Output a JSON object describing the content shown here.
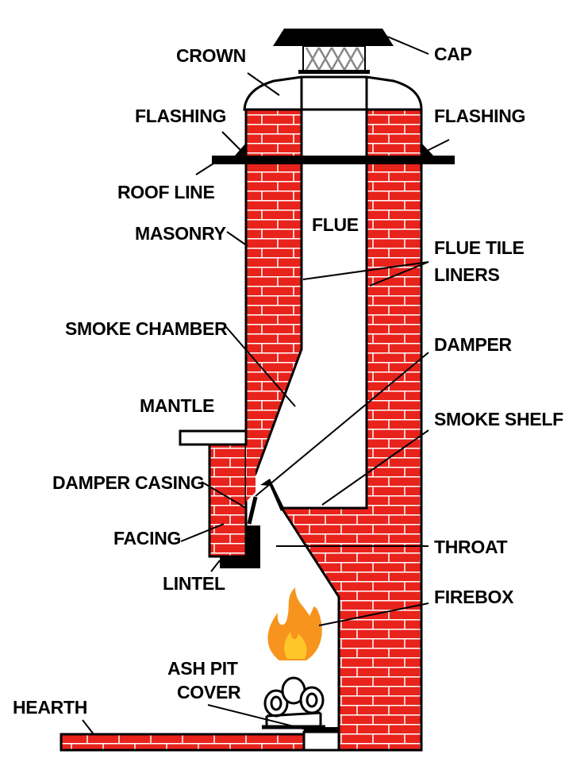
{
  "labels": {
    "crown": "CROWN",
    "cap": "CAP",
    "flashing_left": "FLASHING",
    "flashing_right": "FLASHING",
    "roof_line": "ROOF LINE",
    "masonry": "MASONRY",
    "flue": "FLUE",
    "flue_tile_line1": "FLUE TILE",
    "flue_tile_line2": "LINERS",
    "smoke_chamber": "SMOKE CHAMBER",
    "damper": "DAMPER",
    "mantle": "MANTLE",
    "smoke_shelf": "SMOKE SHELF",
    "damper_casing": "DAMPER CASING",
    "facing": "FACING",
    "throat": "THROAT",
    "lintel": "LINTEL",
    "firebox": "FIREBOX",
    "ash_pit_line1": "ASH PIT",
    "ash_pit_line2": "COVER",
    "hearth": "HEARTH"
  },
  "colors": {
    "brick": "#e8231c",
    "mortar": "#ffffff",
    "outline": "#000000",
    "flame_outer": "#f7941d",
    "flame_inner": "#ffc629",
    "background": "#ffffff"
  }
}
